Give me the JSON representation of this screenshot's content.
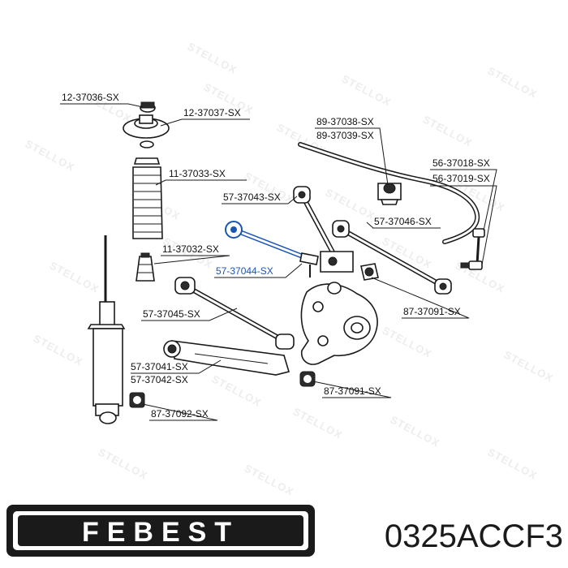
{
  "watermark": "STELLOX",
  "labels": {
    "p12_37036": "12-37036-SX",
    "p12_37037": "12-37037-SX",
    "p89_37038": "89-37038-SX",
    "p89_37039": "89-37039-SX",
    "p11_37033": "11-37033-SX",
    "p56_37018": "56-37018-SX",
    "p56_37019": "56-37019-SX",
    "p57_37043": "57-37043-SX",
    "p57_37046": "57-37046-SX",
    "p11_37032": "11-37032-SX",
    "p57_37044": "57-37044-SX",
    "p87_37091_a": "87-37091-SX",
    "p57_37045": "57-37045-SX",
    "p57_37041": "57-37041-SX",
    "p57_37042": "57-37042-SX",
    "p87_37091_b": "87-37091-SX",
    "p87_37092": "87-37092-SX"
  },
  "brand": {
    "logo_text": "FEBEST",
    "part_number": "0325ACCF3"
  },
  "colors": {
    "highlight": "#1a55b4",
    "line": "#1a1a1a"
  }
}
